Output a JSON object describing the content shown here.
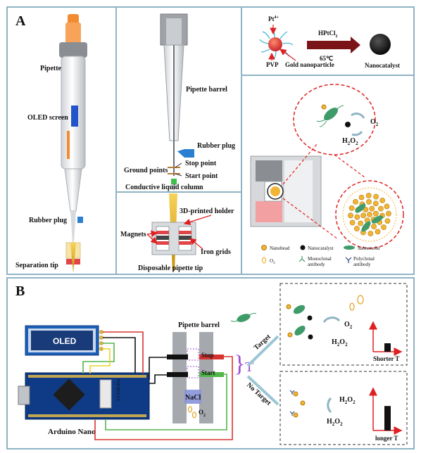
{
  "panel_a": {
    "letter": "A",
    "pipette_labels": {
      "pipette": "Pipette",
      "oled_screen": "OLED screen",
      "rubber_plug": "Rubber plug",
      "separation_tip": "Separation tip"
    },
    "barrel_labels": {
      "pipette_barrel": "Pipette barrel",
      "rubber_plug": "Rubber plug",
      "stop_point": "Stop point",
      "ground_points": "Ground points",
      "start_point": "Start point",
      "conductive_column": "Conductive liquid column"
    },
    "holder_labels": {
      "holder": "3D-printed holder",
      "magnets": "Magnets",
      "iron_grids": "Iron grids",
      "disposable_tip": "Disposable pipette tip"
    },
    "synthesis": {
      "pt_ion": "Pt",
      "pt_charge": "4+",
      "pvp": "PVP",
      "gold_np": "Gold nanoparticle",
      "reagent": "HPtCl",
      "reagent_sub": "2",
      "temperature": "65℃",
      "nanocatalyst": "Nanocatalyst"
    },
    "reaction": {
      "o2_main": "O",
      "o2_sub": "2",
      "h2o2_main": "H",
      "h2o2_sub1": "2",
      "h2o2_mid": "O",
      "h2o2_sub2": "2"
    },
    "legend": {
      "nanobead": "Nanobead",
      "nanocatalyst": "Nanocatalyst",
      "salmonella": "Salmonella",
      "o2_main": "O",
      "o2_sub": "2",
      "mono_1": "Monoclonal",
      "mono_2": "antibody",
      "poly_1": "Polyclonal",
      "poly_2": "antibody"
    }
  },
  "panel_b": {
    "letter": "B",
    "oled": "OLED",
    "board_text": "TOP BULLU",
    "arduino": "Arduino Nano",
    "barrel": "Pipette barrel",
    "stop": "Stop",
    "start": "Start",
    "nacl": "NaCl",
    "o2_main": "O",
    "o2_sub": "2",
    "t_symbol": "T",
    "target": "Target",
    "no_target": "No Target",
    "top_box": {
      "o2_main": "O",
      "o2_sub": "2",
      "h2o2_main": "H",
      "h2o2_sub1": "2",
      "h2o2_mid": "O",
      "h2o2_sub2": "2",
      "result": "Shorter T",
      "bar_level": 0.3
    },
    "bottom_box": {
      "h2o2_main": "H",
      "h2o2_sub1": "2",
      "h2o2_mid": "O",
      "h2o2_sub2": "2",
      "result": "longer T",
      "bar_level": 0.6
    }
  },
  "colors": {
    "frame": "#8fb4c4",
    "pipette_orange": "#f28c33",
    "tip_yellow": "#f2c21b",
    "plug_blue": "#2a7fd0",
    "magnet_red": "#e0454a",
    "salmonella_green": "#3f9b6a",
    "arrow_red": "#e02020",
    "nanobead": "#f1b435",
    "wire_red": "#d8342f",
    "wire_green": "#52b64a",
    "t_purple": "#a04ed8"
  }
}
